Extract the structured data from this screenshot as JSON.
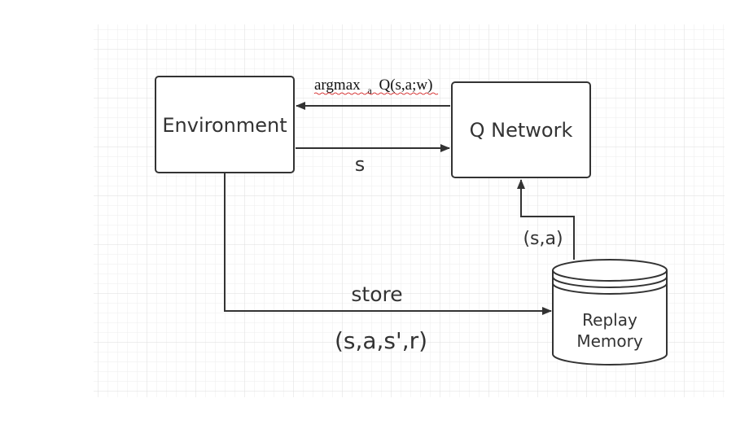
{
  "nodes": {
    "environment": {
      "label": "Environment"
    },
    "q_network": {
      "label": "Q Network"
    },
    "replay_memory": {
      "label_line1": "Replay",
      "label_line2": "Memory"
    }
  },
  "edges": {
    "action": {
      "prefix": "argmax",
      "subscript": "a",
      "expr": "Q(s,a;w)"
    },
    "state": {
      "label": "s"
    },
    "sample": {
      "label": "(s,a)"
    },
    "store": {
      "label": "store",
      "tuple": "(s,a,s',r)"
    }
  },
  "colors": {
    "stroke": "#333333",
    "grid": "#e6e6e6",
    "text": "#333333"
  }
}
